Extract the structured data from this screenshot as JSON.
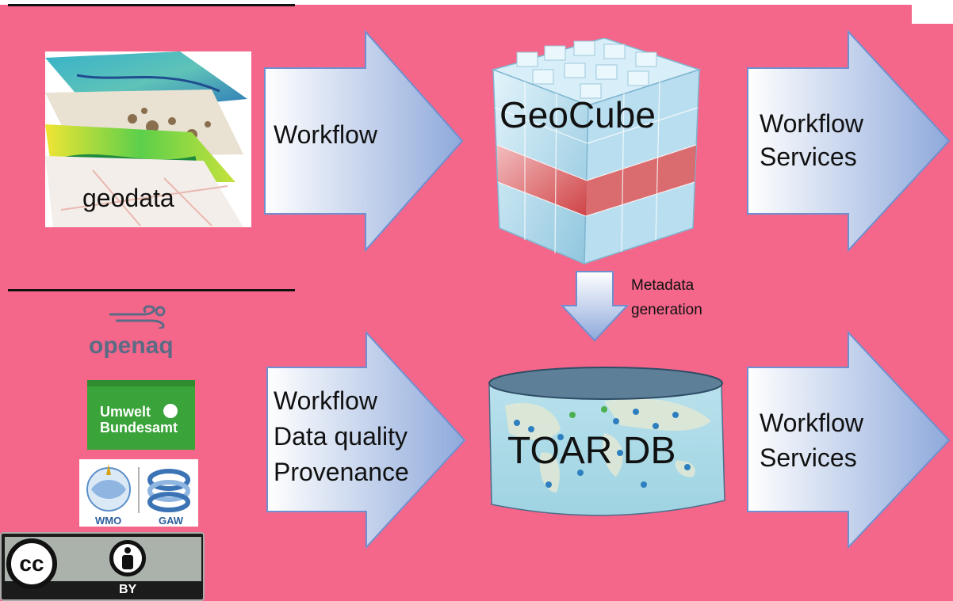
{
  "labels": {
    "geodata": "geodata",
    "workflow_top": "Workflow",
    "geocube": "GeoCube",
    "services_top_line1": "Workflow",
    "services_top_line2": "Services",
    "metadata_line1": "Metadata",
    "metadata_line2": "generation",
    "workflow_bottom_line1": "Workflow",
    "workflow_bottom_line2": "Data quality",
    "workflow_bottom_line3": "Provenance",
    "toar_db": "TOAR DB",
    "services_bottom_line1": "Workflow",
    "services_bottom_line2": "Services"
  },
  "logos": {
    "openaq": "openaq",
    "uba_line1": "Umwelt",
    "uba_line2": "Bundesamt",
    "wmo": "WMO",
    "gaw": "GAW",
    "cc": "cc",
    "by": "BY"
  },
  "colors": {
    "background": "#f4678a",
    "arrow_fill_light": "#ffffff",
    "arrow_fill_dark": "#8ea9db",
    "arrow_stroke": "#6f8fd0",
    "uba_green": "#3aa33a",
    "openaq_color": "#5b6b85"
  }
}
